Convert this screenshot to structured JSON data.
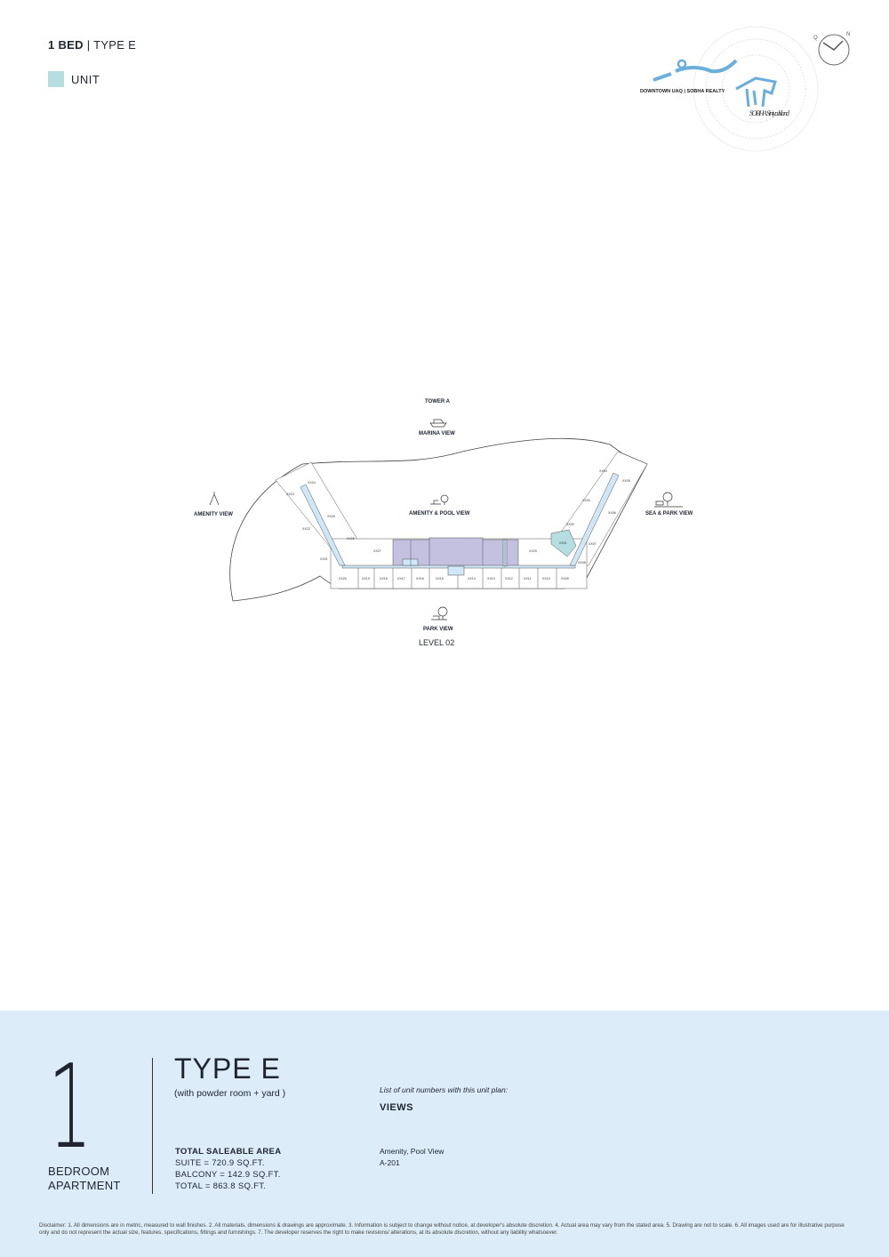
{
  "header": {
    "bed": "1 BED",
    "separator": " | ",
    "type": "TYPE E"
  },
  "legend": {
    "label": "UNIT",
    "color": "#b6dee0"
  },
  "key_map": {
    "caption": "DOWNTOWN UAQ | SOBHA REALTY",
    "logo_text": "SOBHA Siniya Island",
    "compass_q": "Q",
    "compass_n": "N"
  },
  "plan": {
    "tower": "TOWER A",
    "views": {
      "marina": "MARINA VIEW",
      "amenity": "AMENITY VIEW",
      "amenity_pool": "AMENITY & POOL VIEW",
      "sea_park": "SEA & PARK VIEW",
      "park": "PARK VIEW"
    },
    "level": "LEVEL 02",
    "units": [
      "XX24",
      "XX23",
      "XX26",
      "XX22",
      "XX25",
      "XX21",
      "XX27",
      "XX20",
      "XX19",
      "XX18",
      "XX17",
      "XX16",
      "XX15",
      "XX14",
      "XX13",
      "XX12",
      "XX11",
      "XX10",
      "XX09",
      "XX29",
      "XX08",
      "XX01",
      "XX07",
      "XX02",
      "XX03",
      "XX06",
      "XX04",
      "XX05"
    ],
    "colors": {
      "unit": "#b6dee0",
      "corridor": "#cfe7f6",
      "amenity": "#c3c0e0"
    }
  },
  "footer": {
    "bedrooms": "1",
    "bedroom_label_1": "BEDROOM",
    "bedroom_label_2": "APARTMENT",
    "type": "TYPE E",
    "subtitle": "(with powder room + yard )",
    "area_title": "TOTAL SALEABLE AREA",
    "suite": "SUITE = 720.9 SQ.FT.",
    "balcony": "BALCONY = 142.9 SQ.FT.",
    "total": "TOTAL = 863.8 SQ.FT.",
    "list_heading": "List of unit numbers with this unit plan:",
    "views_heading": "VIEWS",
    "view": "Amenity, Pool View",
    "unit_number": "A-201"
  },
  "disclaimer": "Disclaimer: 1. All dimensions are in metric, measured to wall finishes. 2. All materials, dimensions & drawings are approximate. 3. Information is subject to change without notice, at developer's absolute discretion. 4. Actual area may vary from the stated area. 5. Drawing are not to scale. 6. All images used are for illustrative purpose only and do not represent the actual size, features, specifications, fittings and furnishings. 7. The developer reserves the right to make revisions/ alterations, at its absolute discretion, without any liability whatsoever."
}
